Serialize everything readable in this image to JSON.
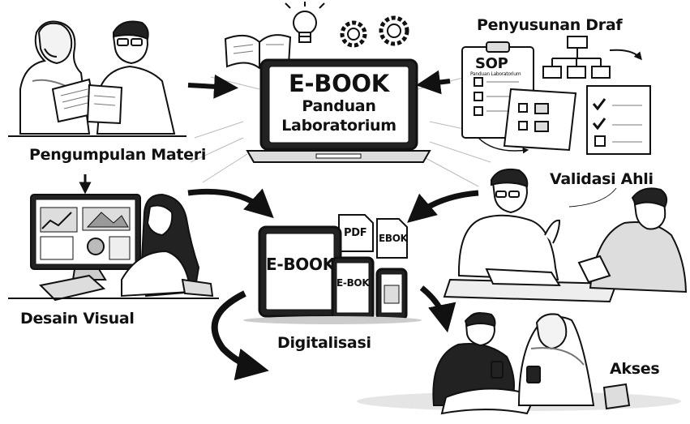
{
  "center": {
    "title": "E-BOOK",
    "line2": "Panduan",
    "line3": "Laboratorium"
  },
  "steps": {
    "collect": "Pengumpulan Materi",
    "draft": "Penyusunan Draf",
    "design": "Desain Visual",
    "validate": "Validasi Ahli",
    "digital": "Digitalisasi",
    "access": "Akses"
  },
  "draft_doc": {
    "sop": "SOP",
    "subtitle": "Panduan Laboratorium"
  },
  "files": {
    "pdf": "PDF",
    "ebok": "EBOK"
  },
  "devices": {
    "tablet": "E-BOOK",
    "phone": "E-BOK"
  },
  "colors": {
    "ink": "#111111",
    "paper": "#ffffff",
    "shade": "#d9d9d9"
  }
}
